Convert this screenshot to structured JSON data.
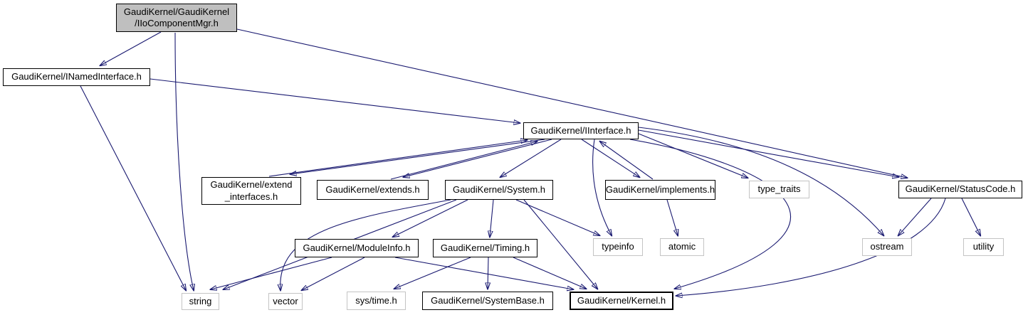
{
  "diagram": {
    "kind": "include-dependency-graph",
    "edge_color": "#191970",
    "main_node_fill": "#bfbfbf",
    "node_fill": "#ffffff",
    "node_border_color": "#000000",
    "system_node_border_color": "#c4c4c4"
  },
  "nodes": [
    {
      "id": "mgr",
      "label": "GaudiKernel/GaudiKernel\n/IIoComponentMgr.h"
    },
    {
      "id": "inamed",
      "label": "GaudiKernel/INamedInterface.h"
    },
    {
      "id": "iinterface",
      "label": "GaudiKernel/IInterface.h"
    },
    {
      "id": "extint",
      "label": "GaudiKernel/extend\n_interfaces.h"
    },
    {
      "id": "extends",
      "label": "GaudiKernel/extends.h"
    },
    {
      "id": "system",
      "label": "GaudiKernel/System.h"
    },
    {
      "id": "implements",
      "label": "GaudiKernel/implements.h"
    },
    {
      "id": "typetraits",
      "label": "type_traits"
    },
    {
      "id": "statuscode",
      "label": "GaudiKernel/StatusCode.h"
    },
    {
      "id": "moduleinfo",
      "label": "GaudiKernel/ModuleInfo.h"
    },
    {
      "id": "timing",
      "label": "GaudiKernel/Timing.h"
    },
    {
      "id": "typeinfo",
      "label": "typeinfo"
    },
    {
      "id": "atomic",
      "label": "atomic"
    },
    {
      "id": "ostream",
      "label": "ostream"
    },
    {
      "id": "utility",
      "label": "utility"
    },
    {
      "id": "string",
      "label": "string"
    },
    {
      "id": "vector",
      "label": "vector"
    },
    {
      "id": "systime",
      "label": "sys/time.h"
    },
    {
      "id": "systembase",
      "label": "GaudiKernel/SystemBase.h"
    },
    {
      "id": "kernel",
      "label": "GaudiKernel/Kernel.h"
    }
  ],
  "edges": [
    {
      "from": "mgr",
      "to": "inamed"
    },
    {
      "from": "mgr",
      "to": "string"
    },
    {
      "from": "mgr",
      "to": "statuscode"
    },
    {
      "from": "inamed",
      "to": "iinterface"
    },
    {
      "from": "inamed",
      "to": "string"
    },
    {
      "from": "iinterface",
      "to": "extint"
    },
    {
      "from": "extint",
      "to": "iinterface"
    },
    {
      "from": "iinterface",
      "to": "extends"
    },
    {
      "from": "extends",
      "to": "iinterface"
    },
    {
      "from": "iinterface",
      "to": "system"
    },
    {
      "from": "iinterface",
      "to": "implements"
    },
    {
      "from": "implements",
      "to": "iinterface"
    },
    {
      "from": "iinterface",
      "to": "typeinfo"
    },
    {
      "from": "iinterface",
      "to": "typetraits"
    },
    {
      "from": "iinterface",
      "to": "statuscode"
    },
    {
      "from": "iinterface",
      "to": "ostream"
    },
    {
      "from": "iinterface",
      "to": "kernel"
    },
    {
      "from": "implements",
      "to": "atomic"
    },
    {
      "from": "system",
      "to": "moduleinfo"
    },
    {
      "from": "system",
      "to": "timing"
    },
    {
      "from": "system",
      "to": "typeinfo"
    },
    {
      "from": "system",
      "to": "string"
    },
    {
      "from": "system",
      "to": "vector"
    },
    {
      "from": "system",
      "to": "kernel"
    },
    {
      "from": "moduleinfo",
      "to": "string"
    },
    {
      "from": "moduleinfo",
      "to": "vector"
    },
    {
      "from": "moduleinfo",
      "to": "kernel"
    },
    {
      "from": "timing",
      "to": "systime"
    },
    {
      "from": "timing",
      "to": "systembase"
    },
    {
      "from": "timing",
      "to": "kernel"
    },
    {
      "from": "statuscode",
      "to": "ostream"
    },
    {
      "from": "statuscode",
      "to": "utility"
    },
    {
      "from": "statuscode",
      "to": "kernel"
    }
  ]
}
